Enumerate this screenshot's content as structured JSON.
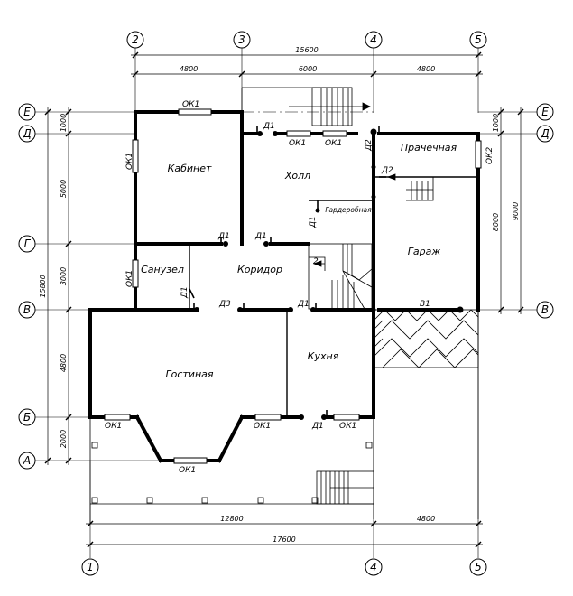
{
  "axes": {
    "top": [
      "2",
      "3",
      "4",
      "5"
    ],
    "bottom": [
      "1",
      "4",
      "5"
    ],
    "left": [
      "Е",
      "Д",
      "Г",
      "В",
      "Б",
      "А"
    ],
    "right": [
      "Е",
      "Д",
      "В"
    ]
  },
  "dimensions": {
    "top_total": "15600",
    "top_parts": [
      "4800",
      "6000",
      "4800"
    ],
    "bottom_parts": [
      "12800",
      "4800"
    ],
    "bottom_total": "17600",
    "left_total": "15800",
    "left_parts": [
      "1000",
      "5000",
      "3000",
      "4800",
      "2000"
    ],
    "right_parts": [
      "1000",
      "8000"
    ],
    "right_total": "9000"
  },
  "rooms": {
    "office": "Кабинет",
    "hall": "Холл",
    "laundry": "Прачечная",
    "wardrobe": "Гардеробная",
    "garage": "Гараж",
    "bathroom": "Санузел",
    "corridor": "Коридор",
    "living_room": "Гостиная",
    "kitchen": "Кухня"
  },
  "labels": {
    "window1": "ОК1",
    "window2": "ОК2",
    "door1": "Д1",
    "door2": "Д2",
    "door3": "Д3",
    "gate1": "В1",
    "step": "2"
  }
}
